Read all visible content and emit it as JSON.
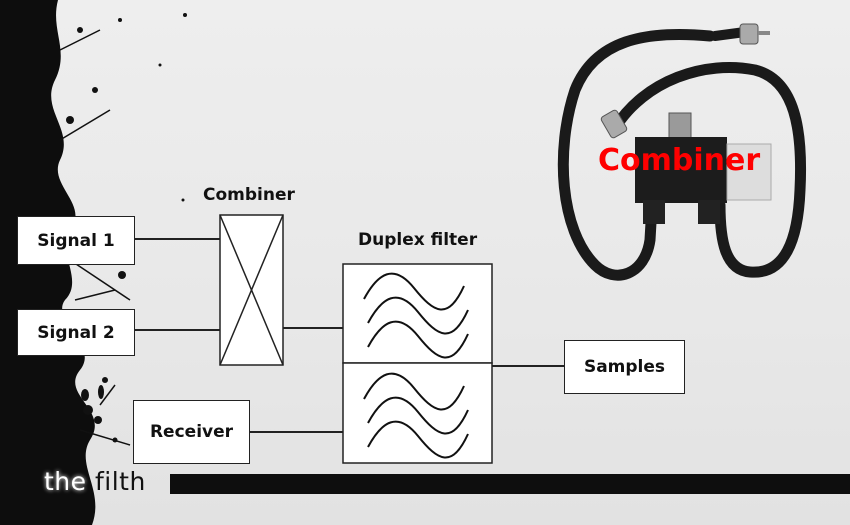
{
  "diagram": {
    "nodes": {
      "signal1": "Signal 1",
      "signal2": "Signal 2",
      "receiver": "Receiver",
      "samples": "Samples"
    },
    "labels": {
      "combiner": "Combiner",
      "duplex_filter": "Duplex filter"
    },
    "photo": {
      "caption": "Combiner",
      "caption_color": "#ff0000",
      "subject": "RF combiner with coaxial cables"
    }
  },
  "branding": {
    "word1": "the",
    "word2": "filth"
  }
}
